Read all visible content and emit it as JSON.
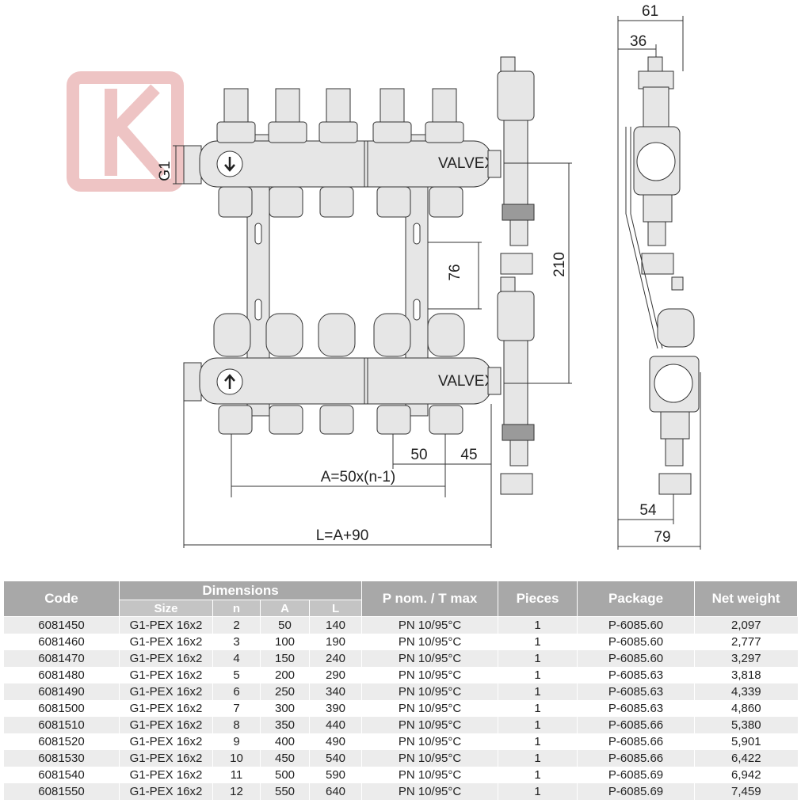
{
  "drawing": {
    "dimensions": {
      "side_total_width": "61",
      "side_valve_width": "36",
      "connection_thread": "G1",
      "pipe_spacing": "76",
      "height_between_bars": "210",
      "outlet_pitch": "50",
      "end_offset": "45",
      "dim_a_formula": "A=50x(n-1)",
      "dim_l_formula": "L=A+90",
      "side_bottom_offset": "54",
      "side_bottom_width": "79"
    },
    "brand_mark": "VALVEX"
  },
  "table": {
    "headers": {
      "code": "Code",
      "dimensions": "Dimensions",
      "pressure": "P nom. / T max",
      "pieces": "Pieces",
      "package": "Package",
      "weight": "Net weight"
    },
    "subheaders": [
      "Size",
      "n",
      "A",
      "L"
    ],
    "rows": [
      [
        "6081450",
        "G1-PEX 16x2",
        "2",
        "50",
        "140",
        "PN 10/95°C",
        "1",
        "P-6085.60",
        "2,097"
      ],
      [
        "6081460",
        "G1-PEX 16x2",
        "3",
        "100",
        "190",
        "PN 10/95°C",
        "1",
        "P-6085.60",
        "2,777"
      ],
      [
        "6081470",
        "G1-PEX 16x2",
        "4",
        "150",
        "240",
        "PN 10/95°C",
        "1",
        "P-6085.60",
        "3,297"
      ],
      [
        "6081480",
        "G1-PEX 16x2",
        "5",
        "200",
        "290",
        "PN 10/95°C",
        "1",
        "P-6085.63",
        "3,818"
      ],
      [
        "6081490",
        "G1-PEX 16x2",
        "6",
        "250",
        "340",
        "PN 10/95°C",
        "1",
        "P-6085.63",
        "4,339"
      ],
      [
        "6081500",
        "G1-PEX 16x2",
        "7",
        "300",
        "390",
        "PN 10/95°C",
        "1",
        "P-6085.63",
        "4,860"
      ],
      [
        "6081510",
        "G1-PEX 16x2",
        "8",
        "350",
        "440",
        "PN 10/95°C",
        "1",
        "P-6085.66",
        "5,380"
      ],
      [
        "6081520",
        "G1-PEX 16x2",
        "9",
        "400",
        "490",
        "PN 10/95°C",
        "1",
        "P-6085.66",
        "5,901"
      ],
      [
        "6081530",
        "G1-PEX 16x2",
        "10",
        "450",
        "540",
        "PN 10/95°C",
        "1",
        "P-6085.66",
        "6,422"
      ],
      [
        "6081540",
        "G1-PEX 16x2",
        "11",
        "500",
        "590",
        "PN 10/95°C",
        "1",
        "P-6085.69",
        "6,942"
      ],
      [
        "6081550",
        "G1-PEX 16x2",
        "12",
        "550",
        "640",
        "PN 10/95°C",
        "1",
        "P-6085.69",
        "7,459"
      ]
    ]
  }
}
